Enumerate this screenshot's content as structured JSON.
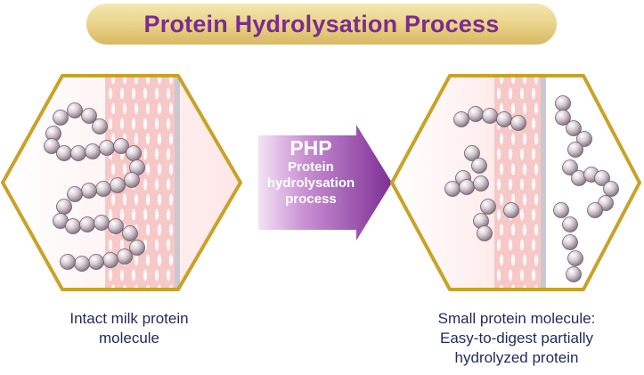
{
  "title": "Protein Hydrolysation Process",
  "arrow": {
    "abbreviation": "PHP",
    "label_lines": [
      "Protein",
      "hydrolysation",
      "process"
    ]
  },
  "left_panel": {
    "caption_lines": [
      "Intact milk protein",
      "molecule"
    ]
  },
  "right_panel": {
    "caption_lines": [
      "Small protein molecule:",
      "Easy-to-digest partially",
      "hydrolyzed protein"
    ]
  },
  "colors": {
    "title_text": "#7b2d8e",
    "hexagon_border": "#c9a227",
    "arrow_purple": "#8b3aa0",
    "tissue_pink": "#f6c9c9",
    "caption_text": "#1f2a5c"
  }
}
